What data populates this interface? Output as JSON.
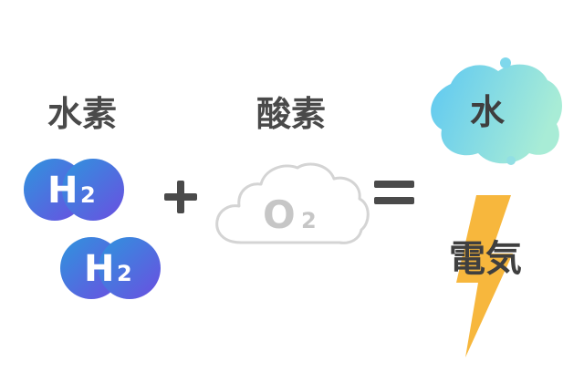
{
  "hydrogen": {
    "label": "水素",
    "molecules": [
      {
        "symbol": "H",
        "subscript": "2"
      },
      {
        "symbol": "H",
        "subscript": "2"
      }
    ]
  },
  "oxygen": {
    "label": "酸素",
    "molecule": {
      "symbol": "O",
      "subscript": "2"
    }
  },
  "operators": {
    "plus": "+",
    "equals": "="
  },
  "products": {
    "water": "水",
    "electricity": "電気"
  },
  "colors": {
    "text": "#4a4a4a",
    "hydrogen_gradient": [
      "#2f8fde",
      "#6a4fe0"
    ],
    "oxygen_cloud": "#d4d4d4",
    "water_gradient": [
      "#5ec8f2",
      "#a8ecd6"
    ],
    "bolt": "#f7b73d"
  }
}
